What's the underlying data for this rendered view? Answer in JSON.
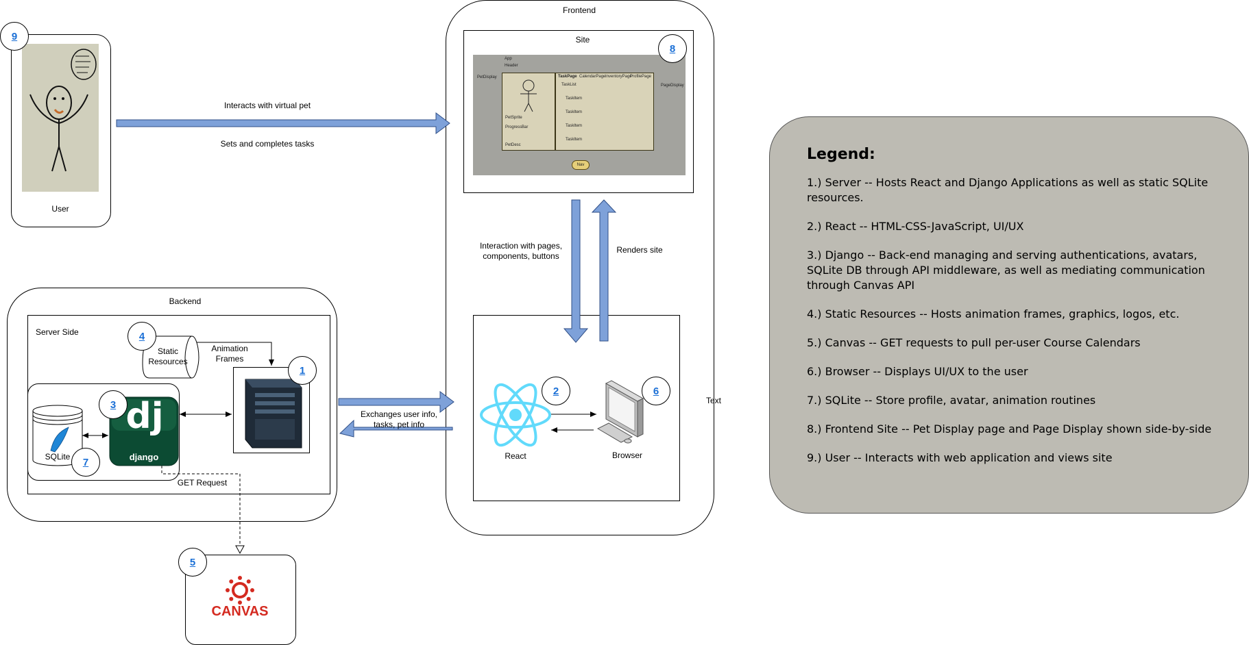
{
  "frontend": {
    "title": "Frontend",
    "site_title": "Site",
    "text_label": "Text"
  },
  "user": {
    "label": "User"
  },
  "backend": {
    "title": "Backend",
    "server_side": "Server Side"
  },
  "nodes": {
    "static_resources": "Static\nResources",
    "animation_frames": "Animation\nFrames",
    "sqlite": "SQLite",
    "django": "django",
    "react": "React",
    "browser": "Browser",
    "canvas": "CANVAS"
  },
  "edges": {
    "interacts": "Interacts with virtual pet",
    "sets_tasks": "Sets and completes tasks",
    "interaction_pages": "Interaction with pages,\ncomponents, buttons",
    "renders_site": "Renders site",
    "exchanges": "Exchanges user info,\ntasks, pet info",
    "get_request": "GET Request"
  },
  "badges": {
    "b1": "1",
    "b2": "2",
    "b3": "3",
    "b4": "4",
    "b5": "5",
    "b6": "6",
    "b7": "7",
    "b8": "8",
    "b9": "9"
  },
  "mockup": {
    "app": "App",
    "header": "Header",
    "pet_display": "PetDisplay",
    "page_display": "PageDisplay",
    "task_page": "TaskPage",
    "calendar_page": "CalendarPage",
    "inventory_page": "InventoryPage",
    "profile_page": "ProfilePage",
    "pet_sprite": "PetSprite",
    "progress_bar": "ProgressBar",
    "pet_desc": "PetDesc",
    "tasks": [
      "TaskList",
      "TaskItem",
      "TaskItem",
      "TaskItem",
      "TaskItem"
    ],
    "nav": "Nav"
  },
  "legend": {
    "title": "Legend:",
    "items": [
      "1.) Server -- Hosts React and Django Applications as well as static SQLite resources.",
      "2.) React -- HTML-CSS-JavaScript, UI/UX",
      "3.) Django -- Back-end managing and serving authentications, avatars, SQLite DB through API middleware, as well as mediating communication through Canvas API",
      "4.) Static Resources -- Hosts animation frames, graphics, logos, etc.",
      "5.) Canvas -- GET requests to pull per-user Course Calendars",
      "6.) Browser -- Displays UI/UX to the user",
      "7.) SQLite -- Store profile, avatar, animation routines",
      "8.) Frontend Site -- Pet Display page and Page Display shown side-by-side",
      "9.) User -- Interacts with web application and views site"
    ]
  },
  "colors": {
    "arrow_fill": "#7ea1d9",
    "legend_bg": "#bdbbb3",
    "link_blue": "#1a6fd6",
    "django_green": "#0c4b33",
    "react_blue": "#61dafb",
    "canvas_red": "#d42a20"
  }
}
